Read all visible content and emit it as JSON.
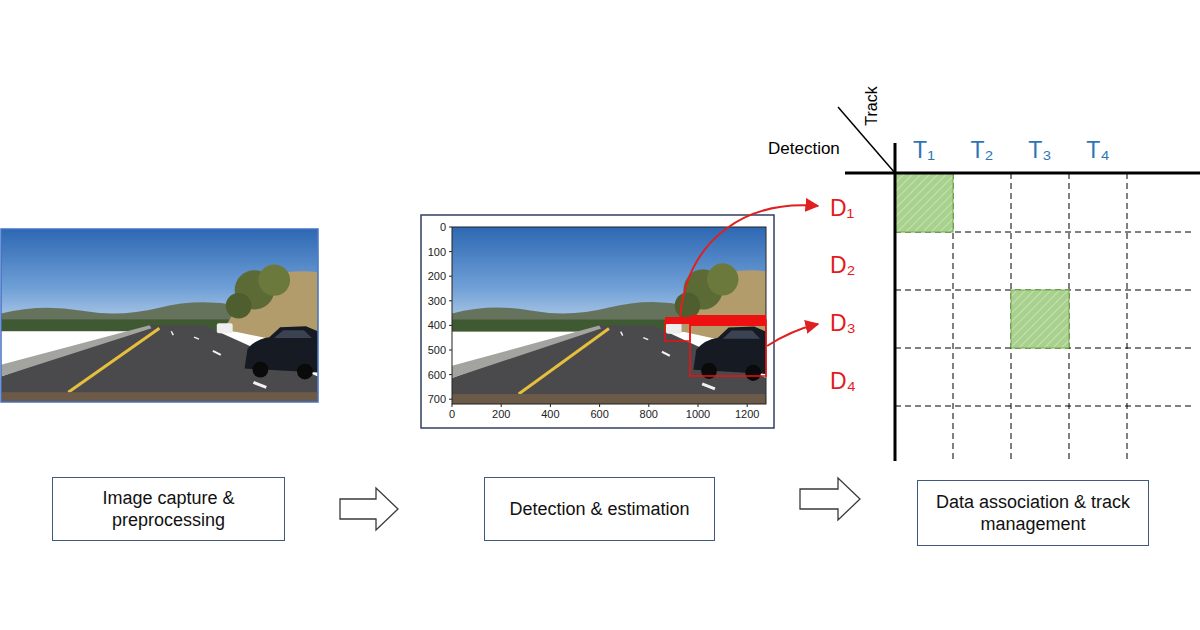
{
  "diagram": {
    "nodes": [
      {
        "text": [
          "Image capture & preprocessing"
        ]
      },
      {
        "text": [
          "Detection & estimation"
        ]
      },
      {
        "text": [
          "Data association & track management"
        ]
      }
    ],
    "edges": [
      {
        "from": 0,
        "to": 1,
        "arrow": "to"
      },
      {
        "from": 1,
        "to": 2,
        "arrow": "to"
      }
    ],
    "labels": [
      "0",
      "100",
      "200",
      "300",
      "400",
      "500",
      "600",
      "700",
      "0",
      "200",
      "400",
      "600",
      "800",
      "1000",
      "1200",
      "Track",
      "Detection",
      "T₁",
      "T₂",
      "T₃",
      "T₄",
      "D₁",
      "D₂",
      "D₃",
      "D₄"
    ]
  }
}
